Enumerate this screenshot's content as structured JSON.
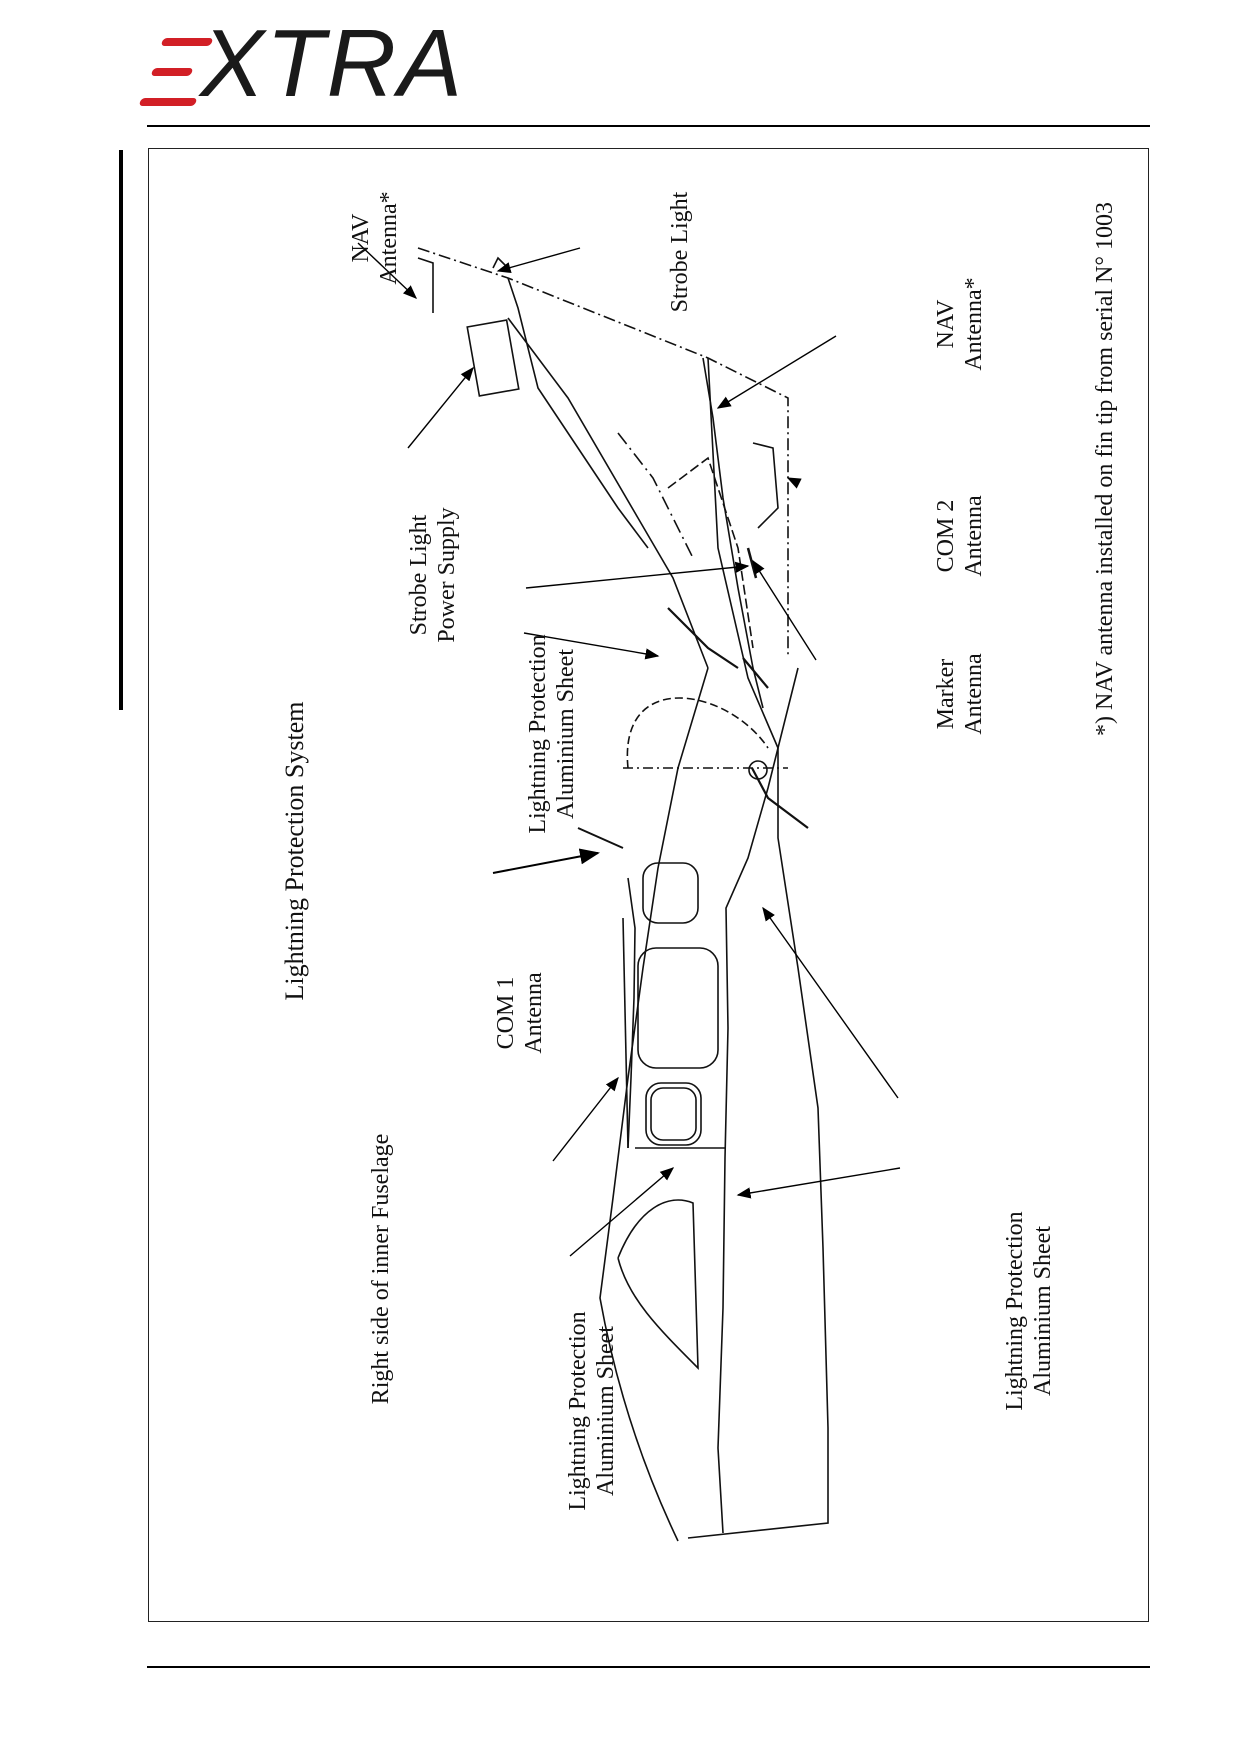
{
  "logo": {
    "text": "XTRA",
    "brand_color": "#d21f26"
  },
  "diagram": {
    "title": "Lightning Protection System",
    "subtitle": "Right side of inner Fuselage",
    "footnote": "*) NAV antenna installed on fin tip from serial N° 1003",
    "callouts": {
      "nav_antenna_top": {
        "line1": "NAV",
        "line2": "Antenna*"
      },
      "strobe_light": {
        "line1": "Strobe Light"
      },
      "strobe_power": {
        "line1": "Strobe Light",
        "line2": "Power Supply"
      },
      "nav_antenna_fin": {
        "line1": "NAV",
        "line2": "Antenna*"
      },
      "com2": {
        "line1": "COM 2",
        "line2": "Antenna"
      },
      "marker": {
        "line1": "Marker",
        "line2": "Antenna"
      },
      "lp_upper": {
        "line1": "Lightning Protection",
        "line2": "Aluminium Sheet"
      },
      "com1": {
        "line1": "COM 1",
        "line2": "Antenna"
      },
      "lp_lower_left": {
        "line1": "Lightning Protection",
        "line2": "Aluminium Sheet"
      },
      "lp_lower_right": {
        "line1": "Lightning Protection",
        "line2": "Aluminium Sheet"
      }
    }
  }
}
